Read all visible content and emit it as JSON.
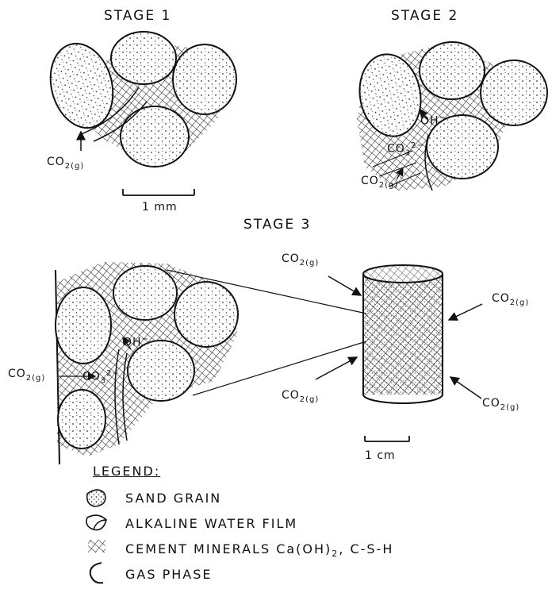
{
  "stages": {
    "stage1": "STAGE 1",
    "stage2": "STAGE 2",
    "stage3": "STAGE 3"
  },
  "chem": {
    "co2_base": "CO",
    "co2_sub": "2(g)",
    "oh": "OH",
    "oh_sup": "−",
    "co3_base": "CO",
    "co3_sub": "3",
    "co3_sup": "2−"
  },
  "scale": {
    "mm": "1 mm",
    "cm": "1 cm"
  },
  "legend": {
    "title": "LEGEND:",
    "items": [
      {
        "icon": "sand-grain-icon",
        "label": "SAND GRAIN"
      },
      {
        "icon": "water-film-icon",
        "label": "ALKALINE WATER FILM"
      },
      {
        "icon": "cement-crosshatch-icon",
        "label": "CEMENT MINERALS Ca(OH)",
        "label_sub": "2",
        "label_tail": ", C-S-H"
      },
      {
        "icon": "gas-phase-icon",
        "label": "GAS PHASE"
      }
    ]
  }
}
